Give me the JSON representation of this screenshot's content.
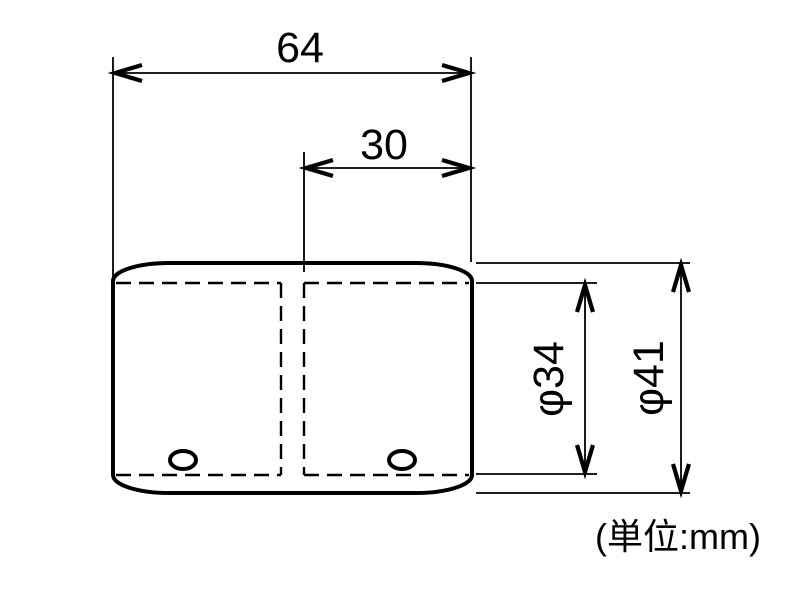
{
  "unit_note": "(単位:mm)",
  "dimensions": {
    "overall_width": {
      "label": "64",
      "value": 64
    },
    "socket_depth": {
      "label": "30",
      "value": 30
    },
    "inner_diameter": {
      "label": "φ34",
      "value": 34
    },
    "outer_diameter": {
      "label": "φ41",
      "value": 41
    }
  },
  "colors": {
    "ink": "#000000",
    "background": "#ffffff"
  }
}
